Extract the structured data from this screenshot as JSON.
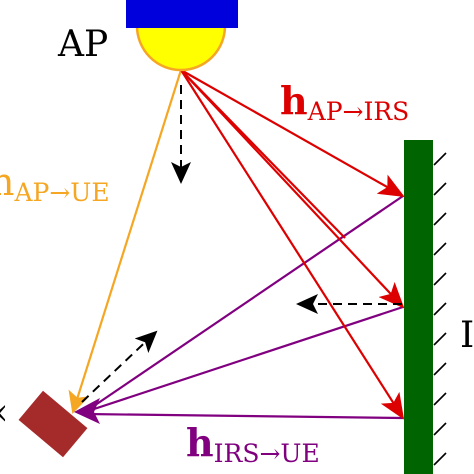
{
  "labels": {
    "ap": "AP",
    "irs_cut": "I",
    "ue_cut": "‹",
    "h_ap_irs": {
      "main": "h",
      "sub": "AP→IRS"
    },
    "h_ap_ue": {
      "main": "h",
      "sub": "AP→UE"
    },
    "h_irs_ue": {
      "main": "h",
      "sub": "IRS→UE"
    }
  },
  "colors": {
    "ap_base": "#0000dd",
    "ap_dome": "#ffff00",
    "ap_dome_outline": "#f5a623",
    "irs_panel": "#006400",
    "ue_device": "#a52a2a",
    "ap_irs_link": "#dd0000",
    "ap_ue_link": "#f5a623",
    "irs_ue_link": "#800080",
    "motion_arrow": "#000000"
  }
}
